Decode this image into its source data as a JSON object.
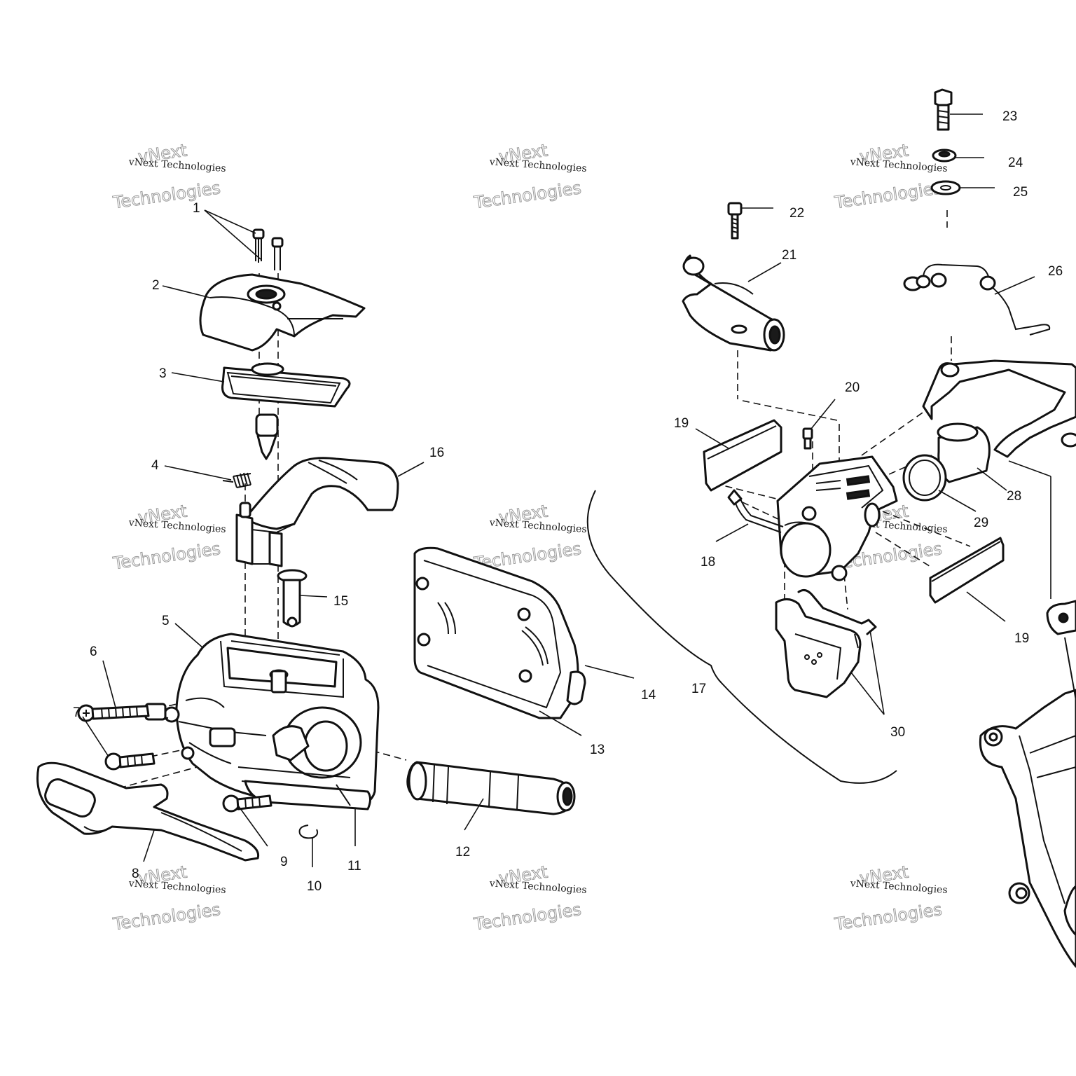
{
  "watermark": {
    "text": "vNext Technologies",
    "line1": "vNext",
    "line2": "Technologies"
  },
  "callouts": [
    {
      "id": "1",
      "label": "1"
    },
    {
      "id": "2",
      "label": "2"
    },
    {
      "id": "3",
      "label": "3"
    },
    {
      "id": "4",
      "label": "4"
    },
    {
      "id": "5",
      "label": "5"
    },
    {
      "id": "6",
      "label": "6"
    },
    {
      "id": "7",
      "label": "7"
    },
    {
      "id": "8",
      "label": "8"
    },
    {
      "id": "9",
      "label": "9"
    },
    {
      "id": "10",
      "label": "10"
    },
    {
      "id": "11",
      "label": "11"
    },
    {
      "id": "12",
      "label": "12"
    },
    {
      "id": "13",
      "label": "13"
    },
    {
      "id": "14",
      "label": "14"
    },
    {
      "id": "15",
      "label": "15"
    },
    {
      "id": "16",
      "label": "16"
    },
    {
      "id": "17",
      "label": "17"
    },
    {
      "id": "18",
      "label": "18"
    },
    {
      "id": "19a",
      "label": "19"
    },
    {
      "id": "19b",
      "label": "19"
    },
    {
      "id": "20",
      "label": "20"
    },
    {
      "id": "21",
      "label": "21"
    },
    {
      "id": "22",
      "label": "22"
    },
    {
      "id": "23",
      "label": "23"
    },
    {
      "id": "24",
      "label": "24"
    },
    {
      "id": "25",
      "label": "25"
    },
    {
      "id": "26",
      "label": "26"
    },
    {
      "id": "28",
      "label": "28"
    },
    {
      "id": "29",
      "label": "29"
    },
    {
      "id": "30",
      "label": "30"
    }
  ]
}
